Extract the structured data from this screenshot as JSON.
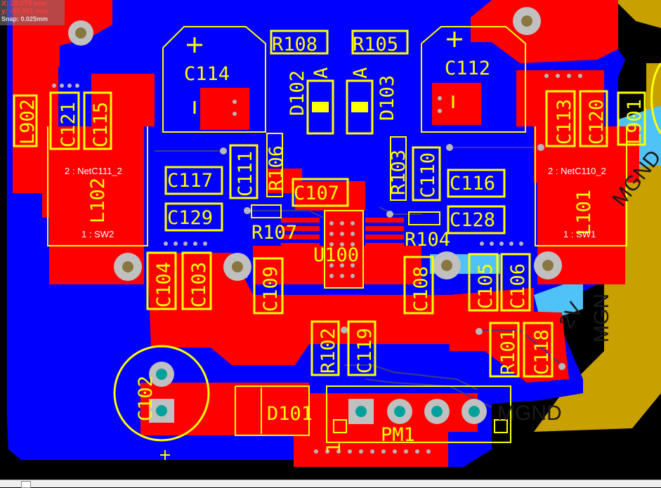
{
  "coords": {
    "x": "X: 22.079 mm",
    "y": "y: -97.961 mm",
    "snap": "Snap: 0.025mm"
  },
  "refs": {
    "C114": "C114",
    "C112": "C112",
    "R108": "R108",
    "R105": "R105",
    "D102": "D102",
    "D103": "D103",
    "A1": "A",
    "A2": "A",
    "R106": "R106",
    "R103": "R103",
    "C111": "C111",
    "C110": "C110",
    "C117": "C117",
    "C116": "C116",
    "C129": "C129",
    "C128": "C128",
    "C107": "C107",
    "R107": "R107",
    "R104": "R104",
    "U100": "U100",
    "C104": "C104",
    "C103": "C103",
    "C109": "C109",
    "C108": "C108",
    "C105": "C105",
    "C106": "C106",
    "L102": "L102",
    "L101": "L101",
    "L902": "L902",
    "L901": "L901",
    "C121": "C121",
    "C115": "C115",
    "C113": "C113",
    "C120": "C120",
    "R102": "R102",
    "C119": "C119",
    "R101": "R101",
    "C118": "C118",
    "C102": "C102",
    "D101": "D101",
    "PM1": "PM1",
    "pin1": "1"
  },
  "nets": {
    "n111": "2 : NetC111_2",
    "n110": "2 : NetC110_2",
    "sw2": "1 : SW2",
    "sw1": "1 : SW1",
    "mgnd1": "MGND",
    "mgnd2": "MGND",
    "mgnd3": "MGN",
    "v2": "2V"
  },
  "colors": {
    "background": "#000000",
    "copper_bottom": "#0000ff",
    "copper_top": "#ff0000",
    "silkscreen": "#ffff00",
    "mechanical": "#c8a000",
    "hole": "#b7b7b7"
  }
}
